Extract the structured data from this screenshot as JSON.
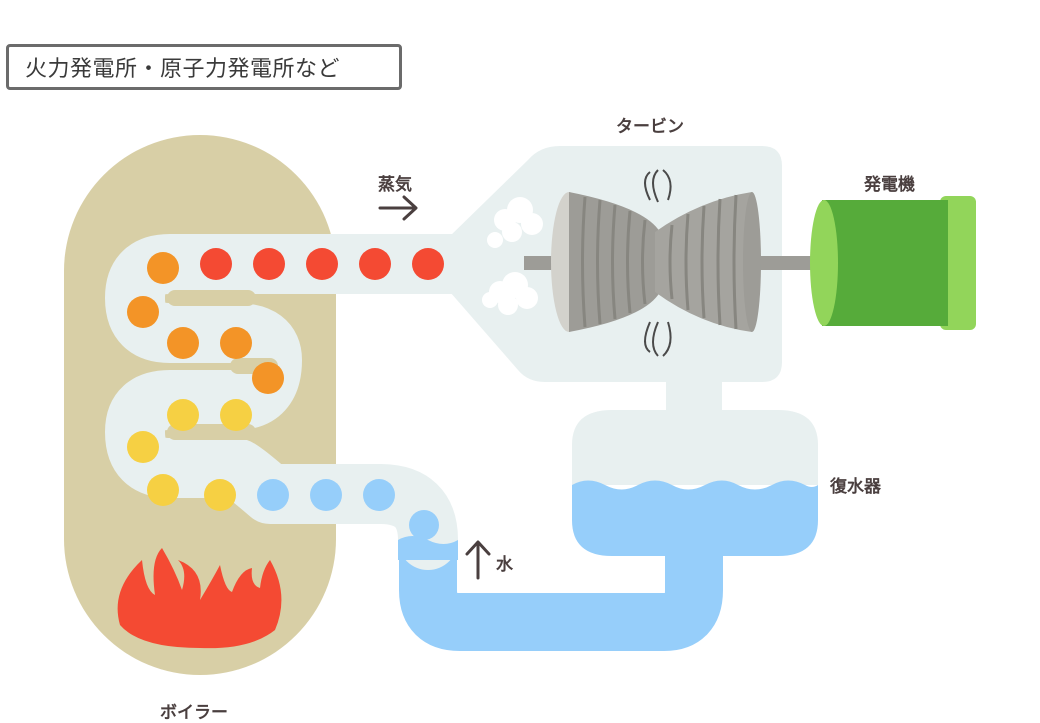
{
  "title": "火力発電所・原子力発電所など",
  "labels": {
    "turbine": "タービン",
    "generator": "発電機",
    "steam": "蒸気",
    "condenser": "復水器",
    "water": "水",
    "boiler": "ボイラー"
  },
  "colors": {
    "boiler": "#d8cfa6",
    "pipe": "#e8f0f0",
    "water": "#96cefa",
    "flame": "#f44a33",
    "hot_steam": "#f44a33",
    "warm_steam": "#f39427",
    "mid_steam": "#f6d043",
    "generator_body": "#56ab3a",
    "generator_cap": "#92d55a",
    "turbine": "#9d9c97"
  }
}
